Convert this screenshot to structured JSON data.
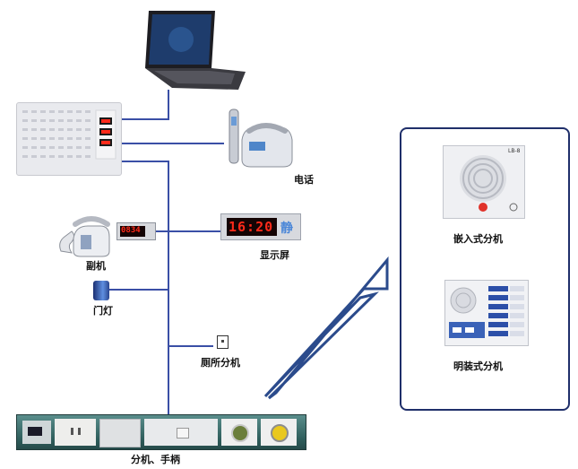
{
  "labels": {
    "phone": "电话",
    "display": "显示屏",
    "sub_unit": "副机",
    "door_light": "门灯",
    "toilet_unit": "厕所分机",
    "bed_unit": "分机、手柄",
    "embedded_unit": "嵌入式分机",
    "surface_unit": "明装式分机"
  },
  "display_text": {
    "main_screen": "16:20",
    "main_screen_suffix": "静",
    "sub_screen": "0834",
    "embedded_model": "LB-8"
  },
  "colors": {
    "wire": "#3a4fa6",
    "frame": "#1f2f6a",
    "lightning": "#2b4b8c",
    "led_red": "#ff2a1a"
  }
}
